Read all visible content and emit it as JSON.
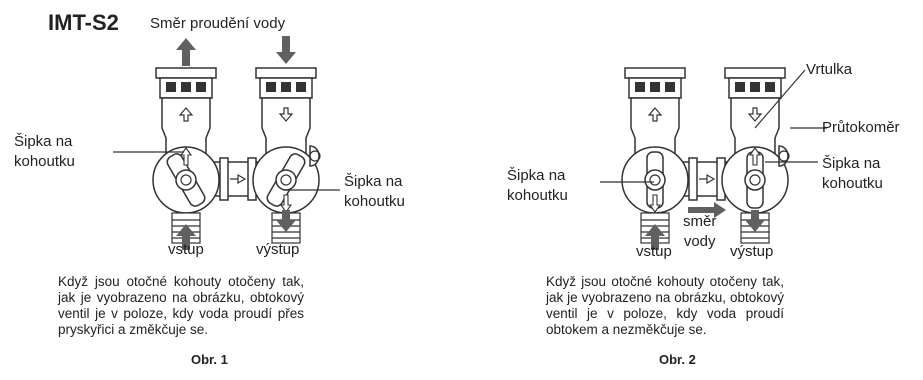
{
  "model": "IMT-S2",
  "flow_direction": "Směr proudění vody",
  "fig1": {
    "arrow_left_label": "Šipka na\nkohoutku",
    "arrow_right_label": "Šipka na\nkohoutku",
    "inlet": "vstup",
    "outlet": "výstup",
    "caption": "Když jsou otočné kohouty otočeny tak, jak je vyobrazeno na obrázku, obtokový ventil je v poloze, kdy voda proudí přes pryskyřici a změkčuje se.",
    "number": "Obr. 1"
  },
  "fig2": {
    "impeller": "Vrtulka",
    "flowmeter": "Průtokoměr",
    "arrow_right_label": "Šipka na\nkohoutku",
    "arrow_left_label": "Šipka na\nkohoutku",
    "water_direction": "směr\nvody",
    "inlet": "vstup",
    "outlet": "výstup",
    "caption": "Když jsou otočné kohouty otočeny tak, jak je vyobrazeno na obrázku, obtokový ventil je v poloze, kdy voda proudí obtokem a nezměkčuje se.",
    "number": "Obr. 2"
  },
  "colors": {
    "arrow": "#606060",
    "line": "#333333"
  }
}
